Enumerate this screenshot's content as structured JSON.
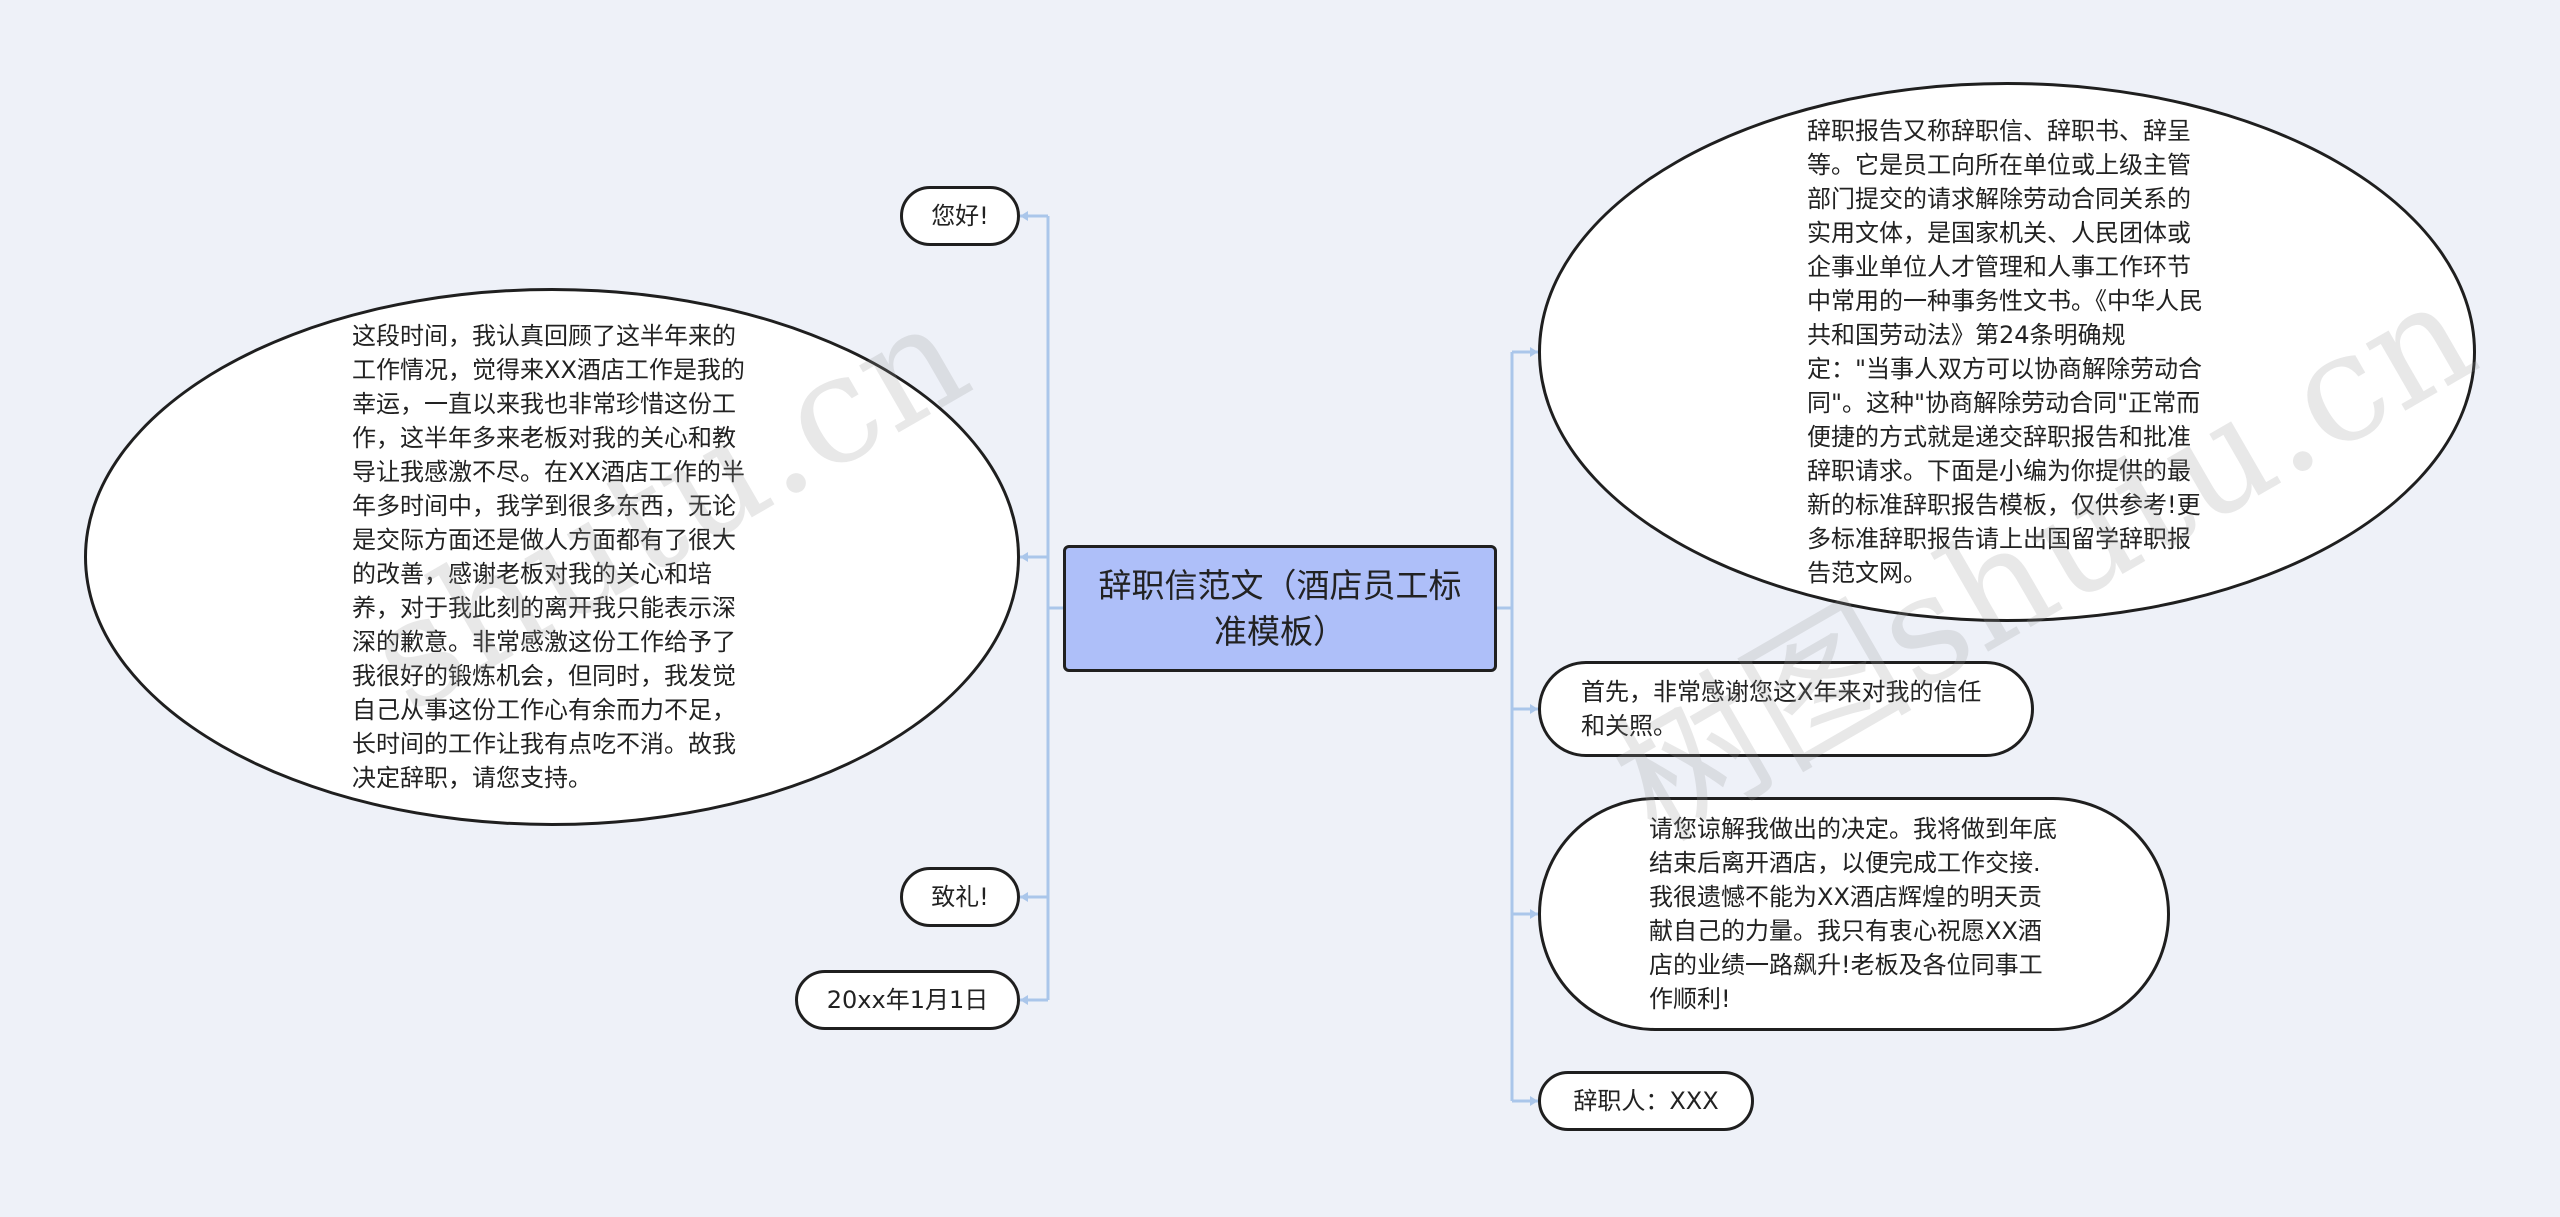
{
  "center": {
    "title": "辞职信范文（酒店员工标准模板）"
  },
  "left_nodes": {
    "greeting": "您好!",
    "body": "这段时间，我认真回顾了这半年来的工作情况，觉得来XX酒店工作是我的幸运，一直以来我也非常珍惜这份工作，这半年多来老板对我的关心和教导让我感激不尽。在XX酒店工作的半年多时间中，我学到很多东西，无论是交际方面还是做人方面都有了很大的改善，感谢老板对我的关心和培养，对于我此刻的离开我只能表示深深的歉意。非常感激这份工作给予了我很好的锻炼机会，但同时，我发觉自己从事这份工作心有余而力不足，长时间的工作让我有点吃不消。故我决定辞职，请您支持。",
    "salute": "致礼!",
    "date": "20xx年1月1日"
  },
  "right_nodes": {
    "intro": "辞职报告又称辞职信、辞职书、辞呈等。它是员工向所在单位或上级主管部门提交的请求解除劳动合同关系的实用文体，是国家机关、人民团体或企事业单位人才管理和人事工作环节中常用的一种事务性文书。《中华人民共和国劳动法》第24条明确规定：\"当事人双方可以协商解除劳动合同\"。这种\"协商解除劳动合同\"正常而便捷的方式就是递交辞职报告和批准辞职请求。下面是小编为你提供的最新的标准辞职报告模板，仅供参考!更多标准辞职报告请上出国留学辞职报告范文网。",
    "thanks": "首先，非常感谢您这X年来对我的信任和关照。",
    "decision": "请您谅解我做出的决定。我将做到年底结束后离开酒店，以便完成工作交接.我很遗憾不能为XX酒店辉煌的明天贡献自己的力量。我只有衷心祝愿XX酒店的业绩一路飙升!老板及各位同事工作顺利!",
    "signer": "辞职人：XXX"
  },
  "watermark": {
    "left": "shutu.cn",
    "right": "树图shutu.cn"
  },
  "colors": {
    "background": "#eef1f8",
    "center_fill": "#aebff9",
    "connector": "#aac6ea",
    "node_border": "#1f1f1f"
  }
}
